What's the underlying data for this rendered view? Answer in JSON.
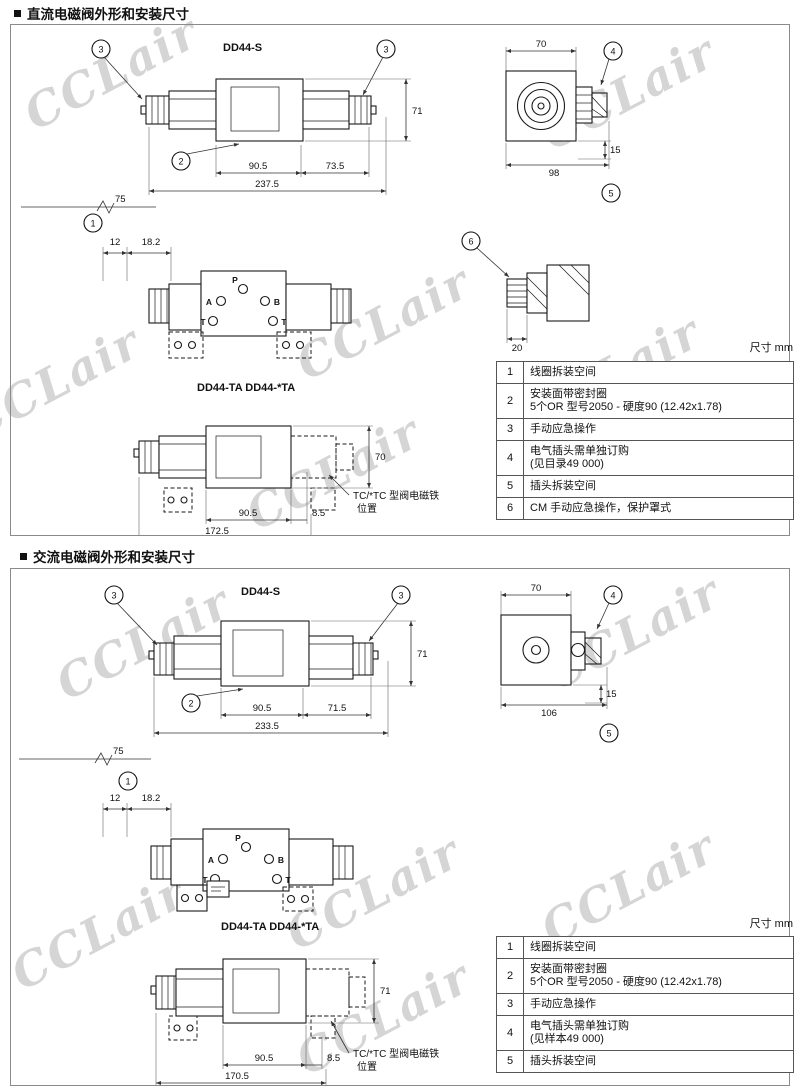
{
  "page": {
    "watermark": "CCLair"
  },
  "dc": {
    "heading": "直流电磁阀外形和安装尺寸",
    "main": {
      "title": "DD44-S",
      "callout_tl": "3",
      "callout_tr": "3",
      "callout_center": "2",
      "callout_side": "1",
      "dim_height": "71",
      "dim_left": "90.5",
      "dim_right": "73.5",
      "dim_total": "237.5",
      "dim_clear": "75"
    },
    "side": {
      "dim_width": "70",
      "dim_base": "98",
      "dim_offset": "15",
      "callout_plug": "4",
      "callout_space": "5"
    },
    "ports": {
      "dim_a": "12",
      "dim_b": "18.2",
      "dim_c": "20",
      "label_p": "P",
      "label_a": "A",
      "label_b": "B",
      "label_t1": "T",
      "label_t2": "T",
      "callout_cm": "6"
    },
    "ta": {
      "title": "DD44-TA  DD44-*TA",
      "dim_left": "90.5",
      "dim_offset": "8.5",
      "dim_total": "172.5",
      "dim_height": "70",
      "note1": "TC/*TC 型阀电磁铁",
      "note2": "位置"
    },
    "unit_label": "尺寸  mm",
    "table": [
      {
        "num": "1",
        "line1": "线圈拆装空间",
        "line2": ""
      },
      {
        "num": "2",
        "line1": "安装面带密封圈",
        "line2": "5个OR 型号2050 - 硬度90 (12.42x1.78)"
      },
      {
        "num": "3",
        "line1": "手动应急操作",
        "line2": ""
      },
      {
        "num": "4",
        "line1": "电气插头需单独订购",
        "line2": "(见目录49 000)"
      },
      {
        "num": "5",
        "line1": "插头拆装空间",
        "line2": ""
      },
      {
        "num": "6",
        "line1": "CM 手动应急操作，保护罩式",
        "line2": ""
      }
    ]
  },
  "ac": {
    "heading": "交流电磁阀外形和安装尺寸",
    "main": {
      "title": "DD44-S",
      "callout_tl": "3",
      "callout_tr": "3",
      "callout_center": "2",
      "callout_side": "1",
      "dim_height": "71",
      "dim_left": "90.5",
      "dim_right": "71.5",
      "dim_total": "233.5",
      "dim_clear": "75"
    },
    "side": {
      "dim_width": "70",
      "dim_base": "106",
      "dim_offset": "15",
      "callout_plug": "4",
      "callout_space": "5"
    },
    "ports": {
      "dim_a": "12",
      "dim_b": "18.2",
      "label_p": "P",
      "label_a": "A",
      "label_b": "B",
      "label_t1": "T",
      "label_t2": "T"
    },
    "ta": {
      "title": "DD44-TA  DD44-*TA",
      "dim_left": "90.5",
      "dim_offset": "8.5",
      "dim_total": "170.5",
      "dim_height": "71",
      "note1": "TC/*TC 型阀电磁铁",
      "note2": "位置"
    },
    "unit_label": "尺寸  mm",
    "table": [
      {
        "num": "1",
        "line1": "线圈拆装空间",
        "line2": ""
      },
      {
        "num": "2",
        "line1": "安装面带密封圈",
        "line2": "5个OR 型号2050 - 硬度90 (12.42x1.78)"
      },
      {
        "num": "3",
        "line1": "手动应急操作",
        "line2": ""
      },
      {
        "num": "4",
        "line1": "电气插头需单独订购",
        "line2": "(见样本49 000)"
      },
      {
        "num": "5",
        "line1": "插头拆装空间",
        "line2": ""
      }
    ]
  }
}
